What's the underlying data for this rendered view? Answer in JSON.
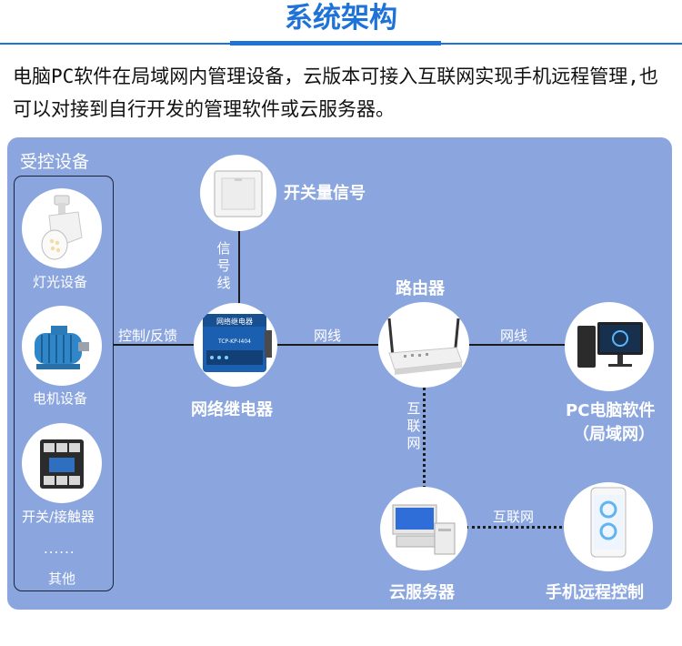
{
  "header": {
    "title": "系统架构",
    "intro": "电脑PC软件在局域网内管理设备，云版本可接入互联网实现手机远程管理,也可以对接到自行开发的管理软件或云服务器。"
  },
  "diagram": {
    "controlled_devices_label": "受控设备",
    "devices": [
      {
        "label": "灯光设备"
      },
      {
        "label": "电机设备"
      },
      {
        "label": "开关/接触器"
      },
      {
        "label": "......"
      },
      {
        "label": "其他"
      }
    ],
    "switch_signal": "开关量信号",
    "signal_line": [
      "信",
      "号",
      "线"
    ],
    "control_feedback": "控制/反馈",
    "relay": "网络继电器",
    "relay_panel_text": "网络继电器",
    "relay_model": "TCP-KP-I404",
    "network_cable_1": "网线",
    "router": "路由器",
    "network_cable_2": "网线",
    "pc_software_line1": "PC电脑软件",
    "pc_software_line2": "（局域网）",
    "internet_vertical": [
      "互",
      "联",
      "网"
    ],
    "internet_horizontal": "互联网",
    "cloud_server": "云服务器",
    "mobile_remote": "手机远程控制"
  },
  "colors": {
    "title_blue": "#1f72d8",
    "panel_blue": "#8ba6df"
  }
}
